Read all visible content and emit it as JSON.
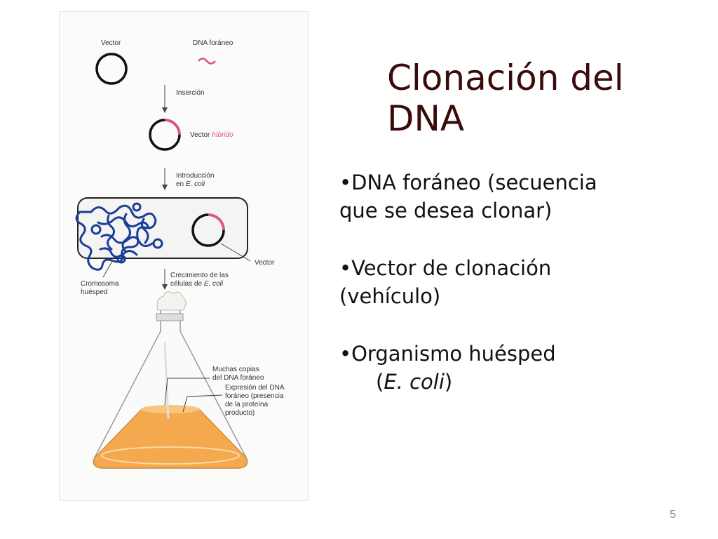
{
  "slide": {
    "title_line1": "Clonación del",
    "title_line2": "DNA",
    "page_number": "5",
    "bullets": [
      {
        "marker": "•",
        "line1": "DNA foráneo (secuencia",
        "line2": "que se desea clonar)"
      },
      {
        "marker": "•",
        "line1": "Vector de clonación",
        "line2": "(vehículo)"
      },
      {
        "marker": "•",
        "line1": "Organismo huésped",
        "line2_open": "(",
        "line2_italic": "E. coli",
        "line2_close": ")"
      }
    ]
  },
  "diagram": {
    "vector_label": "Vector",
    "foreign_dna_label": "DNA foráneo",
    "step1_label": "Inserción",
    "hybrid_label_a": "Vector ",
    "hybrid_label_b": "híbrido",
    "step2_label_1": "Introducción",
    "step2_label_2a": "en ",
    "step2_label_2b": "E. coli",
    "vector_callout": "Vector",
    "host_label_1": "Cromosoma",
    "host_label_2": "huésped",
    "step3_label_1": "Crecimiento de las",
    "step3_label_2a": "células de ",
    "step3_label_2b": "E. coli",
    "copies_label_1": "Muchas copias",
    "copies_label_2": "del DNA foráneo",
    "expr_label_1": "Expresión del DNA",
    "expr_label_2": "foráneo (presencia",
    "expr_label_3": "de la proteína",
    "expr_label_4": "producto)",
    "colors": {
      "insert": "#e0508a",
      "chromosome": "#1a3d9a",
      "culture": "#f5a94e",
      "title": "#3b0a0a"
    }
  }
}
